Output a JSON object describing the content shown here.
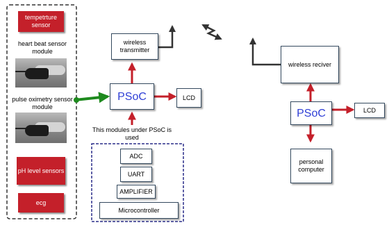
{
  "sensors": {
    "temperature": "tempetrture sensor",
    "heart_beat": "heart beat sensor module",
    "pulse_oximetry": "pulse oximetry sensor module",
    "ph_level": "pH level sensors",
    "ecg": "ecg"
  },
  "transmitter_side": {
    "psoc": "PSoC",
    "lcd": "LCD",
    "wireless_transmitter": "wireless transmitter",
    "note": "This modules under PSoC is used"
  },
  "psoc_modules": [
    "ADC",
    "UART",
    "AMPLIFIER",
    "Microcontroller"
  ],
  "receiver_side": {
    "wireless_receiver": "wireless reciver",
    "psoc": "PSoC",
    "lcd": "LCD",
    "personal_computer": "personal computer"
  },
  "colors": {
    "sensor_box": "#c4202a",
    "arrow_red": "#c4202a",
    "arrow_green": "#1e8a1e",
    "psoc_text": "#2f3fd6",
    "module_group_border": "#2c2f8a",
    "sensor_group_border": "#333333",
    "signal_line": "#333333"
  },
  "icons": {
    "wireless_signal": "zigzag-arrow-icon",
    "heart_beat_image": "finger-clip-sensor-photo",
    "pulse_oximetry_image": "finger-clip-sensor-photo"
  }
}
